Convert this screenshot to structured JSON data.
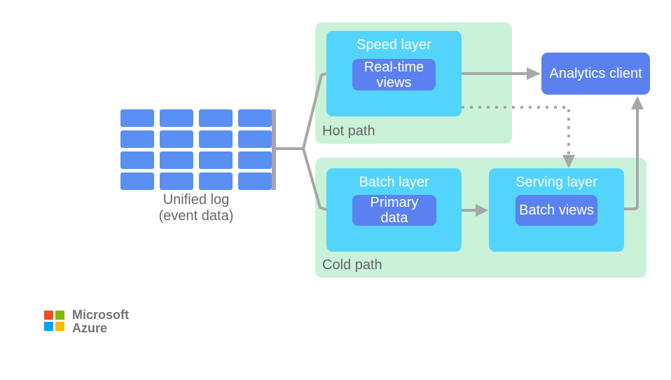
{
  "diagram": {
    "unified_log": {
      "grid": {
        "rows": 4,
        "cols": 4
      },
      "caption_line1": "Unified log",
      "caption_line2": "(event data)"
    },
    "hot_path": {
      "label": "Hot path",
      "speed_layer": {
        "title": "Speed layer",
        "store": "Real-time views"
      }
    },
    "cold_path": {
      "label": "Cold path",
      "batch_layer": {
        "title": "Batch layer",
        "store": "Primary data"
      },
      "serving_layer": {
        "title": "Serving layer",
        "store": "Batch views"
      }
    },
    "analytics_client": {
      "label": "Analytics client"
    }
  },
  "branding": {
    "line1": "Microsoft",
    "line2": "Azure"
  },
  "colors": {
    "container_green": "#c9f2d9",
    "layer_cyan": "#53d4fc",
    "store_blue": "#5b81f0",
    "grid_blue": "#5b90f3",
    "connector_gray": "#a7a7a7",
    "label_gray": "#666666",
    "ms_red": "#f25022",
    "ms_green": "#7fba00",
    "ms_blue": "#00a4ef",
    "ms_yellow": "#ffb900"
  }
}
